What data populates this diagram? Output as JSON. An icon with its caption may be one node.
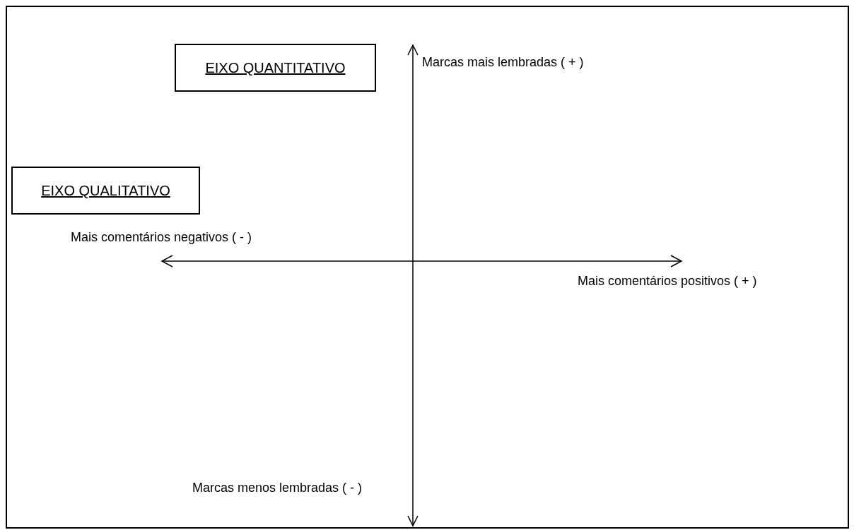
{
  "diagram": {
    "nodes": [
      {
        "text": [
          "EIXO QUANTITATIVO"
        ]
      },
      {
        "text": [
          "EIXO QUALITATIVO"
        ]
      }
    ],
    "labels": [
      "Marcas mais lembradas ( + )",
      "Mais comentários negativos ( - )",
      "Mais comentários positivos ( + )",
      "Marcas menos lembradas ( - )"
    ]
  }
}
